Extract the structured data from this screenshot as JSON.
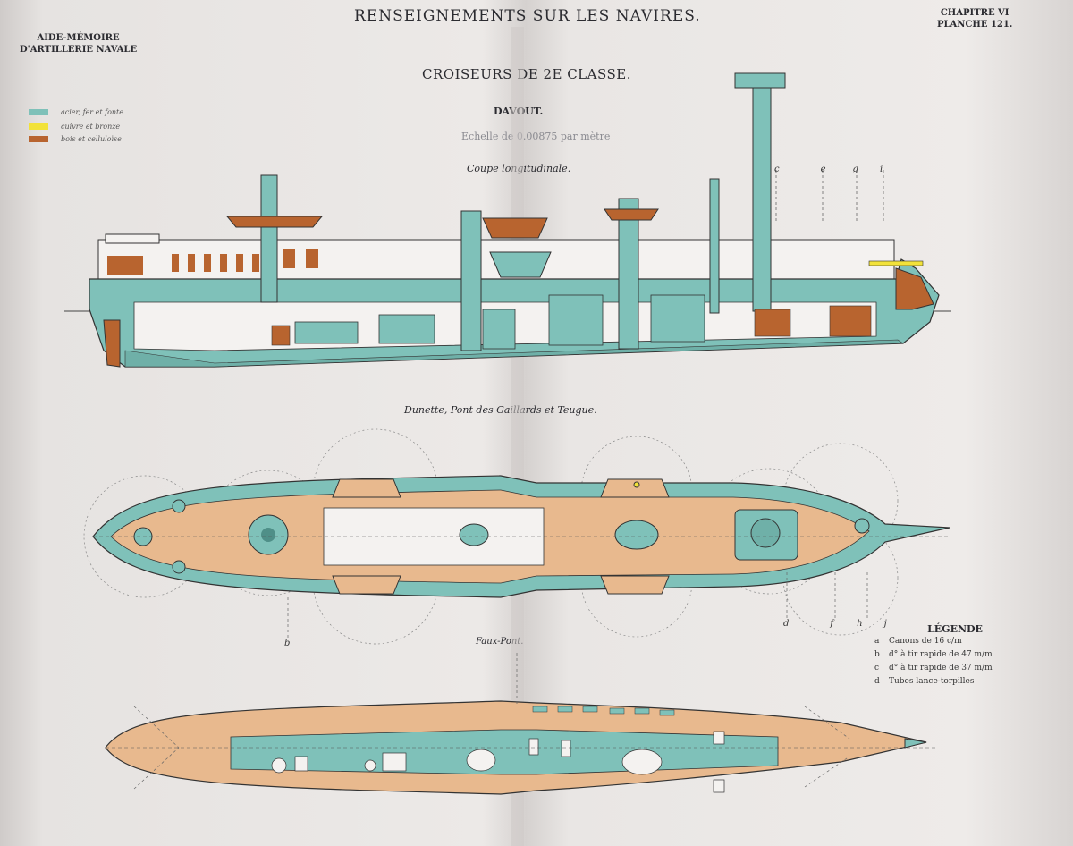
{
  "header": {
    "left_line1": "AIDE-MÉMOIRE",
    "left_line2": "D'ARTILLERIE NAVALE",
    "title": "RENSEIGNEMENTS SUR LES NAVIRES.",
    "right_line1": "CHAPITRE VI",
    "right_line2": "PLANCHE 121."
  },
  "ship": {
    "class": "CROISEURS DE 2E CLASSE.",
    "name": "DAVOUT.",
    "scale": "Echelle de 0.00875 par mètre"
  },
  "materials": [
    {
      "label": "acier, fer et fonte",
      "color": "#7fc1b9"
    },
    {
      "label": "cuivre et bronze",
      "color": "#f2e23a"
    },
    {
      "label": "bois et celluloïse",
      "color": "#b8642f"
    }
  ],
  "views": {
    "longitudinal": "Coupe longitudinale.",
    "deck": "Dunette, Pont des Gaillards et Teugue.",
    "lower": "Faux-Pont."
  },
  "legend": {
    "title": "LÉGENDE",
    "items": [
      {
        "key": "a",
        "text": "Canons de 16 c/m"
      },
      {
        "key": "b",
        "text": "d° à tir rapide de 47 m/m"
      },
      {
        "key": "c",
        "text": "d° à tir rapide de 37 m/m"
      },
      {
        "key": "d",
        "text": "Tubes lance-torpilles"
      }
    ]
  },
  "section_letters": [
    "b",
    "c",
    "d",
    "e",
    "f",
    "g",
    "h",
    "i",
    "j"
  ],
  "colors": {
    "hull_green": "#7fc1b9",
    "deck_tan": "#e8b98e",
    "wood": "#b8642f",
    "ink": "#2b2b30"
  }
}
